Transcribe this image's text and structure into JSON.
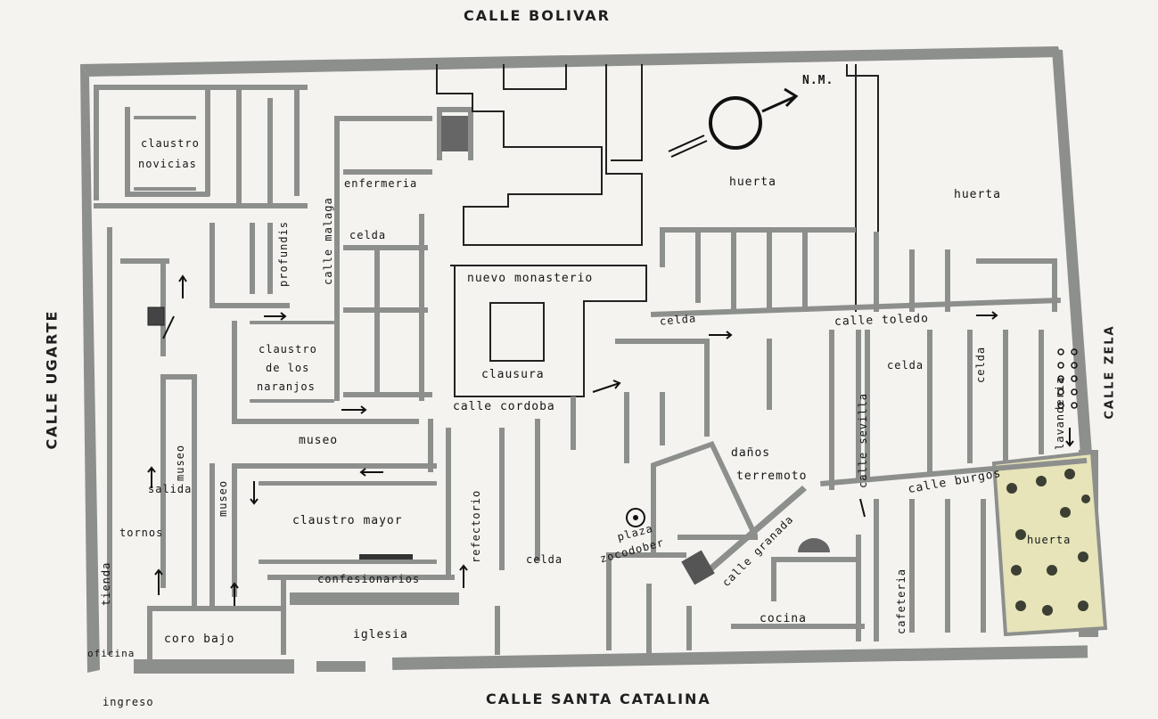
{
  "streets": {
    "north": "CALLE BOLIVAR",
    "south": "CALLE SANTA CATALINA",
    "west": "CALLE UGARTE",
    "east": "CALLE ZELA"
  },
  "orientation": {
    "north_label": "N.M."
  },
  "rooms": {
    "claustro_novicias_1": "claustro",
    "claustro_novicias_2": "novicias",
    "enfermeria": "enfermeria",
    "celda_1": "celda",
    "profundis": "profundis",
    "calle_malaga": "calle malaga",
    "huerta_1": "huerta",
    "huerta_2": "huerta",
    "nuevo_monasterio": "nuevo monasterio",
    "clausura": "clausura",
    "celda_2": "celda",
    "calle_toledo": "calle toledo",
    "claustro_naranjos_1": "claustro",
    "claustro_naranjos_2": "de los",
    "claustro_naranjos_3": "naranjos",
    "calle_cordoba": "calle cordoba",
    "museo_1": "museo",
    "museo_2": "museo",
    "museo_3": "museo",
    "salida": "salida",
    "tornos": "tornos",
    "tienda": "tienda",
    "oficina": "oficina",
    "ingreso": "ingreso",
    "coro_bajo": "coro bajo",
    "iglesia": "iglesia",
    "claustro_mayor": "claustro mayor",
    "confesionarios": "confesionarios",
    "refectorio": "refectorio",
    "celda_3": "celda",
    "plaza": "plaza",
    "zocodober": "zocodober",
    "danos": "daños",
    "terremoto": "terremoto",
    "calle_granada": "calle granada",
    "cocina": "cocina",
    "calle_sevilla": "calle sevilla",
    "celda_4": "celda",
    "celda_5": "celda",
    "lavanderia": "lavanderia",
    "calle_burgos": "calle burgos",
    "cafeteria": "cafeteria",
    "huerta_3": "huerta"
  },
  "colors": {
    "wall": "#8d8f8d",
    "garden": "#e6e4b8",
    "background": "#f4f3ef"
  }
}
